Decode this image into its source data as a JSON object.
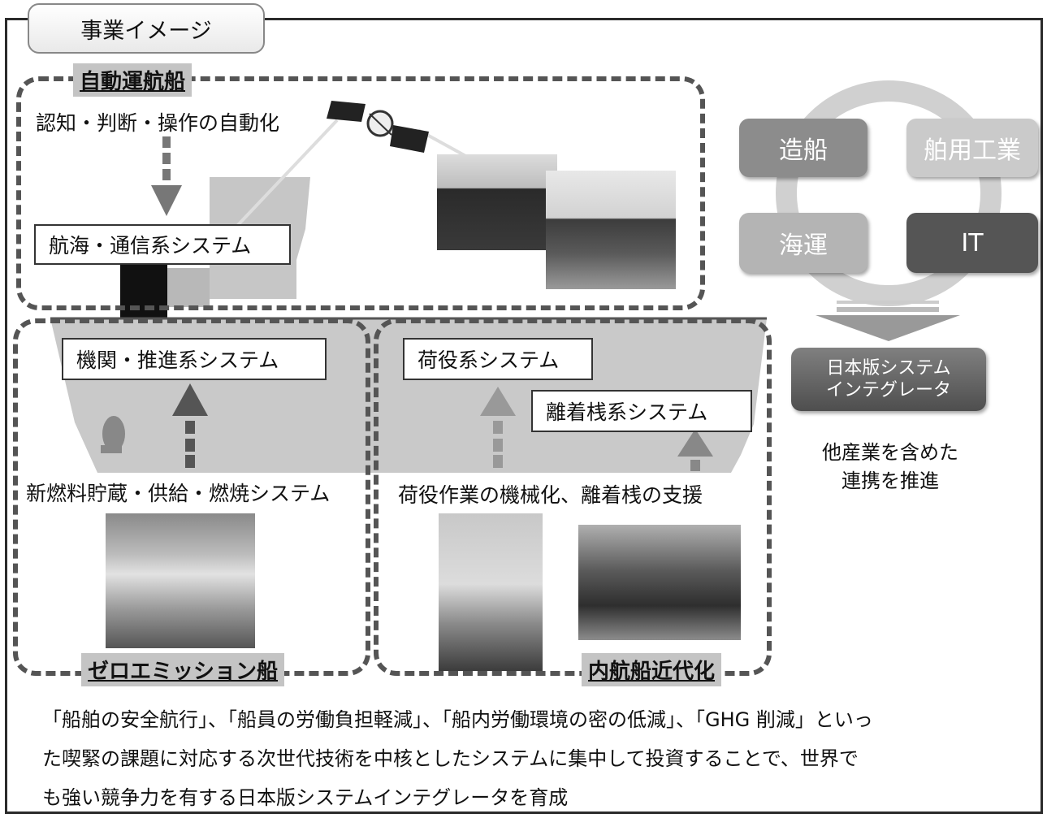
{
  "tab_title": "事業イメージ",
  "sections": {
    "autonomous": {
      "label": "自動運航船",
      "text": "認知・判断・操作の自動化",
      "box": "航海・通信系システム"
    },
    "zero_emission": {
      "label": "ゼロエミッション船",
      "box": "機関・推進系システム",
      "text": "新燃料貯蔵・供給・燃焼システム"
    },
    "coastal": {
      "label": "内航船近代化",
      "box1": "荷役系システム",
      "box2": "離着桟系システム",
      "text": "荷役作業の機械化、離着桟の支援"
    }
  },
  "cycle": {
    "items": [
      {
        "label": "造船",
        "color": "#8c8c8c"
      },
      {
        "label": "舶用工業",
        "color": "#c8c8c8"
      },
      {
        "label": "海運",
        "color": "#b4b4b4"
      },
      {
        "label": "IT",
        "color": "#555555"
      }
    ],
    "result_line1": "日本版システム",
    "result_line2": "インテグレータ",
    "note_line1": "他産業を含めた",
    "note_line2": "連携を推進"
  },
  "footer": {
    "line1": "「船舶の安全航行」、「船員の労働負担軽減」、「船内労働環境の密の低減」、「GHG 削減」といっ",
    "line2": "た喫緊の課題に対応する次世代技術を中核としたシステムに集中して投資することで、世界で",
    "line3": "も強い競争力を有する日本版システムインテグレータを育成"
  }
}
